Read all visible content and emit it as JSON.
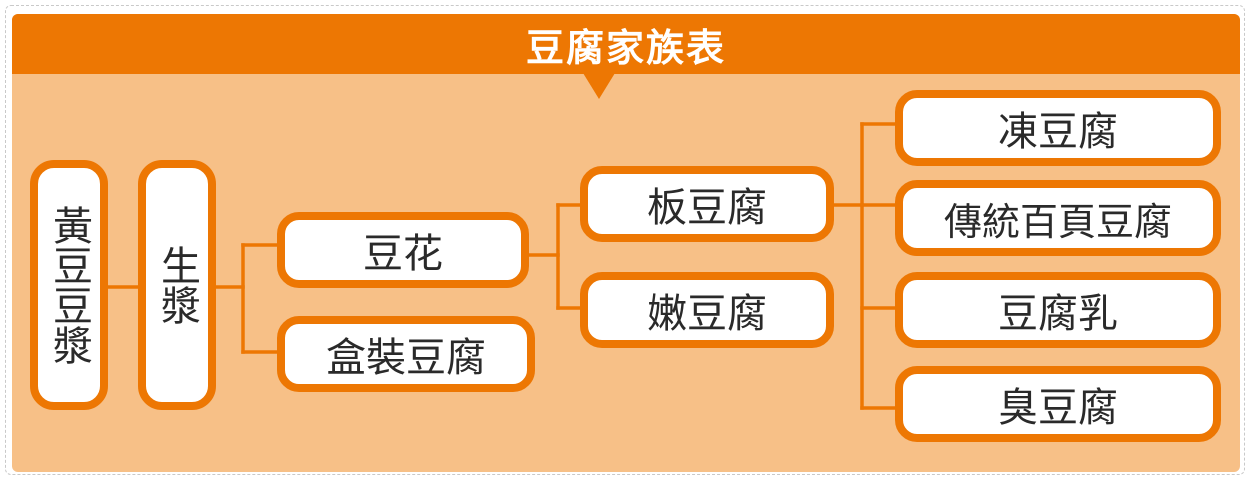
{
  "title": "豆腐家族表",
  "nodes": {
    "soybean": "黃豆豆漿",
    "raw_milk": "生漿",
    "douhua": "豆花",
    "boxed_tofu": "盒裝豆腐",
    "firm_tofu": "板豆腐",
    "silken_tofu": "嫩豆腐",
    "frozen_tofu": "凍豆腐",
    "traditional_baiye": "傳統百頁豆腐",
    "fermented_tofu": "豆腐乳",
    "stinky_tofu": "臭豆腐"
  },
  "colors": {
    "accent": "#ed7703",
    "panel": "#f7c087",
    "node_fill": "#ffffff"
  }
}
